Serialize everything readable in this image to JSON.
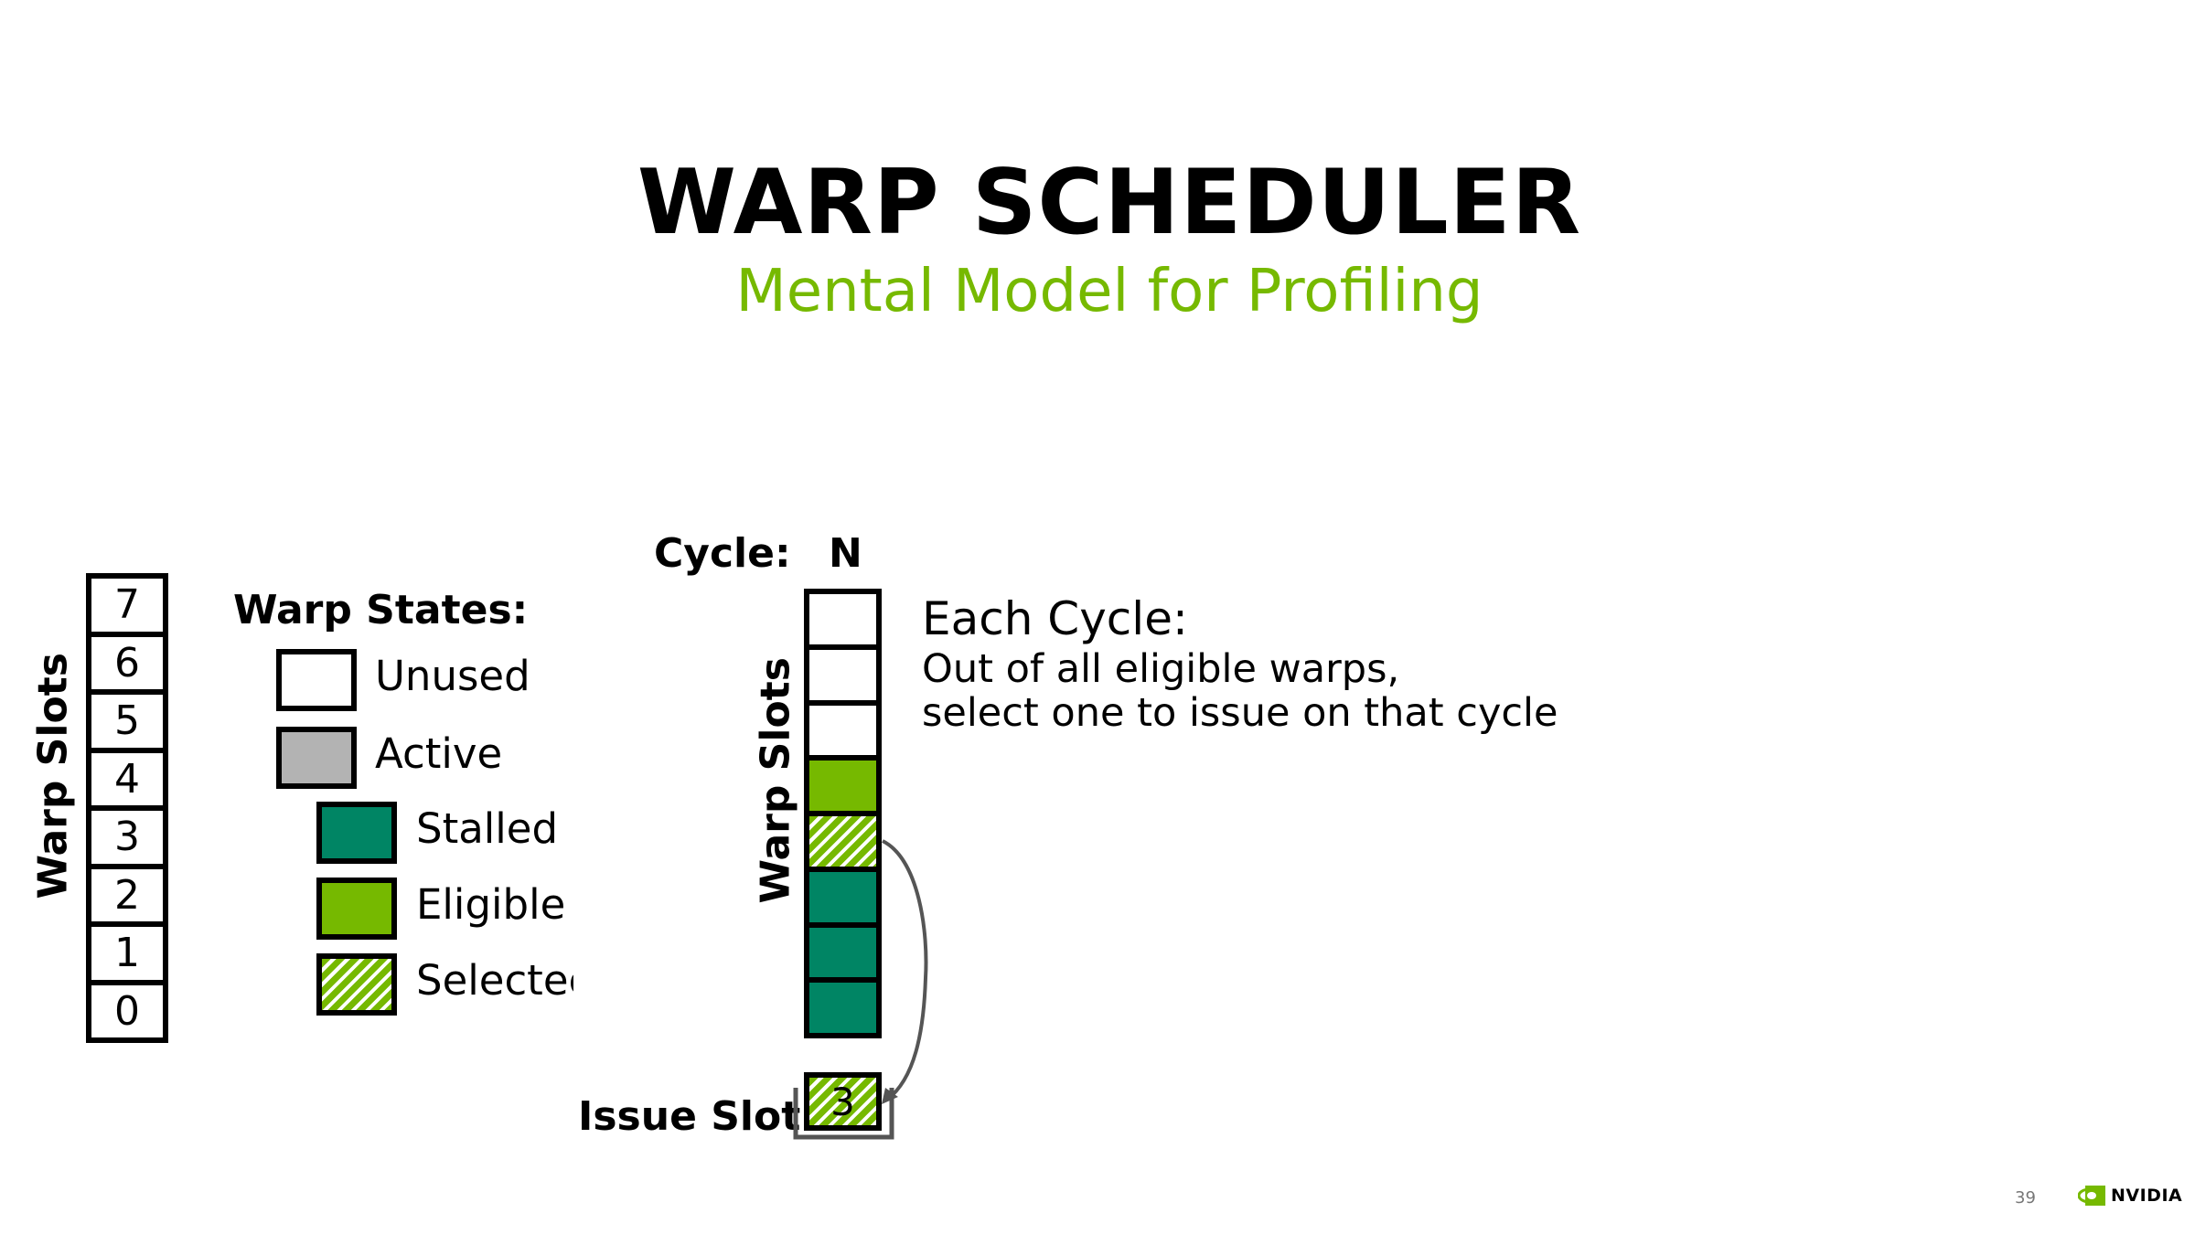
{
  "header": {
    "title": "WARP SCHEDULER",
    "subtitle": "Mental Model for Profiling"
  },
  "colors": {
    "unused": "#ffffff",
    "active": "#b3b3b3",
    "stalled": "#008564",
    "eligible": "#76b900",
    "accent": "#76b900"
  },
  "left_slots": {
    "axis_label": "Warp Slots",
    "cells": [
      "7",
      "6",
      "5",
      "4",
      "3",
      "2",
      "1",
      "0"
    ]
  },
  "legend": {
    "title": "Warp States:",
    "items": [
      {
        "label": "Unused",
        "state": "unused"
      },
      {
        "label": "Active",
        "state": "active"
      },
      {
        "label": "Stalled",
        "state": "stalled"
      },
      {
        "label": "Eligible",
        "state": "eligible"
      },
      {
        "label": "Selectec",
        "state": "selected"
      }
    ]
  },
  "cycle": {
    "label": "Cycle:",
    "value": "N",
    "axis_label": "Warp Slots",
    "slots": [
      "unused",
      "unused",
      "unused",
      "eligible",
      "selected",
      "stalled",
      "stalled",
      "stalled"
    ]
  },
  "issue": {
    "label": "Issue Slot:",
    "value": "3"
  },
  "explanation": {
    "heading": "Each Cycle:",
    "lines": [
      "Out of all eligible warps,",
      "select one to issue on that cycle"
    ]
  },
  "footer": {
    "page_number": "39",
    "logo_text": "NVIDIA"
  }
}
